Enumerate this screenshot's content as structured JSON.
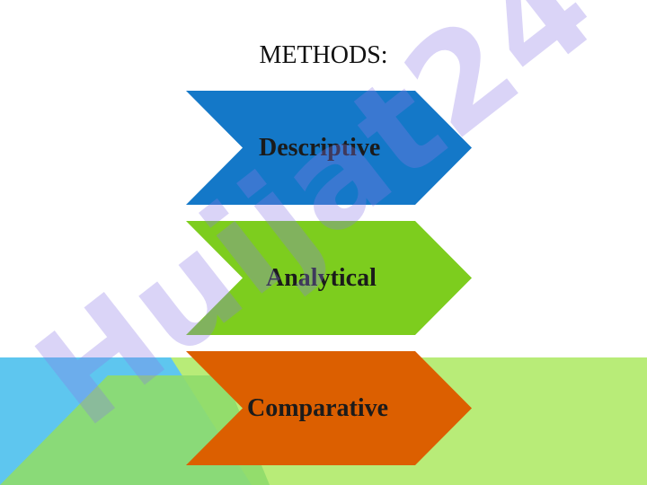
{
  "slide": {
    "title": "METHODS:"
  },
  "chevrons": [
    {
      "label": "Descriptive",
      "color": "#1478c8"
    },
    {
      "label": "Analytical",
      "color": "#7dcd1e"
    },
    {
      "label": "Comparative",
      "color": "#dc5f00"
    }
  ],
  "background": {
    "left_color": "#5ec6ef",
    "right_color": "#b8ec78",
    "mid_color": "#8fdc6a"
  },
  "watermark": {
    "text": "Huijat24",
    "color": "#8c78e6"
  }
}
